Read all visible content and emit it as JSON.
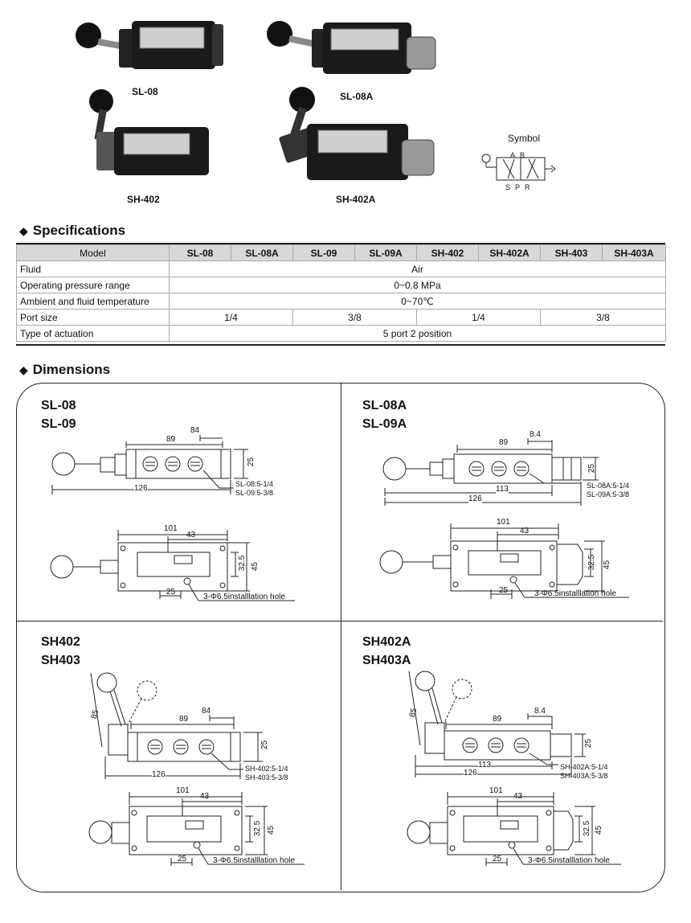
{
  "products": {
    "sl08": "SL-08",
    "sl08a": "SL-08A",
    "sh402": "SH-402",
    "sh402a": "SH-402A"
  },
  "symbol": {
    "title": "Symbol",
    "ports_top": [
      "A",
      "B"
    ],
    "ports_bottom": [
      "S",
      "P",
      "R"
    ]
  },
  "specifications": {
    "heading": "Specifications",
    "columns": [
      "Model",
      "SL-08",
      "SL-08A",
      "SL-09",
      "SL-09A",
      "SH-402",
      "SH-402A",
      "SH-403",
      "SH-403A"
    ],
    "rows": {
      "fluid": {
        "label": "Fluid",
        "value": "Air"
      },
      "pressure": {
        "label": "Operating pressure range",
        "value": "0~0.8 MPa"
      },
      "temperature": {
        "label": "Ambient and fluid temperature",
        "value": "0~70℃"
      },
      "port": {
        "label": "Port size",
        "values": [
          "1/4",
          "3/8",
          "1/4",
          "3/8"
        ]
      },
      "actuation": {
        "label": "Type of actuation",
        "value": "5 port 2 position"
      }
    }
  },
  "dimensions": {
    "heading": "Dimensions",
    "panels": {
      "p1": {
        "title1": "SL-08",
        "title2": "SL-09",
        "d_top_left": "89",
        "d_top_right": "84",
        "d_h": "25",
        "d_total": "126",
        "note1": "SL-08:5-1/4",
        "note2": "SL-09:5-3/8",
        "b_left": "101",
        "b_right": "43",
        "b_h1": "32.5",
        "b_h2": "45",
        "b_bottom": "25",
        "hole": "3-Φ6.5installlation hole"
      },
      "p2": {
        "title1": "SL-08A",
        "title2": "SL-09A",
        "d_top_left": "89",
        "d_top_right": "8.4",
        "d_h": "25",
        "d_mid": "113",
        "d_total": "126",
        "note1": "SL-08A:5-1/4",
        "note2": "SL-09A:5-3/8",
        "b_left": "101",
        "b_right": "43",
        "b_h1": "32.5",
        "b_h2": "45",
        "b_bottom": "25",
        "hole": "3-Φ6.5installlation hole"
      },
      "p3": {
        "title1": "SH402",
        "title2": "SH403",
        "d_lever": "85",
        "d_top_left": "89",
        "d_top_right": "84",
        "d_h": "25",
        "d_total": "126",
        "note1": "SH-402:5-1/4",
        "note2": "SH-403:5-3/8",
        "b_left": "101",
        "b_right": "43",
        "b_h1": "32.5",
        "b_h2": "45",
        "b_bottom": "25",
        "hole": "3-Φ6.5installlation hole"
      },
      "p4": {
        "title1": "SH402A",
        "title2": "SH403A",
        "d_lever": "85",
        "d_top_left": "89",
        "d_top_right": "8.4",
        "d_h": "25",
        "d_mid": "113",
        "d_total": "126",
        "note1": "SH-402A:5-1/4",
        "note2": "SH-403A:5-3/8",
        "b_left": "101",
        "b_right": "43",
        "b_h1": "32.5",
        "b_h2": "45",
        "b_bottom": "25",
        "hole": "3-Φ6.5installlation hole"
      }
    }
  }
}
